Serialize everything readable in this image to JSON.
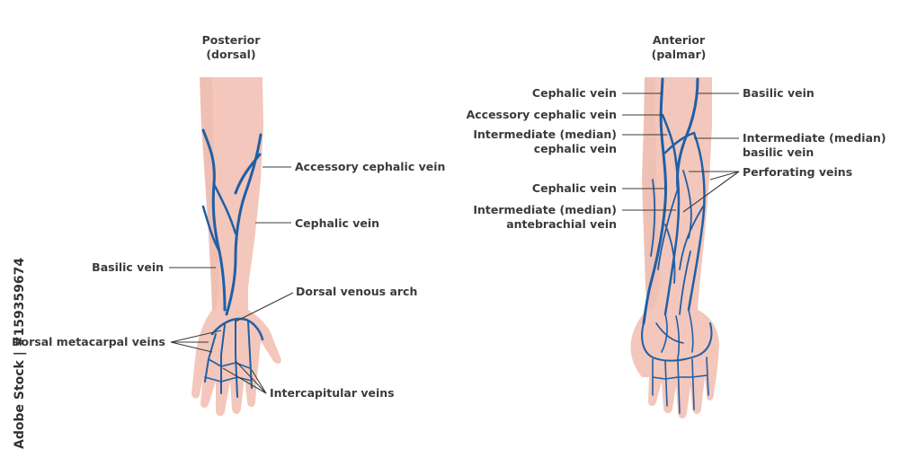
{
  "panels": {
    "posterior": {
      "title_line1": "Posterior",
      "title_line2": "(dorsal)",
      "labels": {
        "accessory_cephalic": "Accessory cephalic vein",
        "cephalic": "Cephalic vein",
        "basilic": "Basilic vein",
        "dorsal_venous_arch": "Dorsal venous arch",
        "dorsal_metacarpal": "Dorsal metacarpal veins",
        "intercapitular": "Intercapitular veins"
      }
    },
    "anterior": {
      "title_line1": "Anterior",
      "title_line2": "(palmar)",
      "labels": {
        "cephalic_top": "Cephalic vein",
        "accessory_cephalic": "Accessory cephalic vein",
        "intermediate_cephalic_1": "Intermediate (median)",
        "intermediate_cephalic_2": "cephalic vein",
        "cephalic_mid": "Cephalic vein",
        "intermediate_antebrachial_1": "Intermediate (median)",
        "intermediate_antebrachial_2": "antebrachial vein",
        "basilic": "Basilic vein",
        "intermediate_basilic_1": "Intermediate (median)",
        "intermediate_basilic_2": "basilic vein",
        "perforating": "Perforating veins"
      }
    }
  },
  "watermark": "Adobe Stock | #159359674",
  "colors": {
    "skin": "#f3c7bb",
    "vein": "#1f5fa6",
    "label_text": "#3b3b3b",
    "background": "#ffffff"
  }
}
